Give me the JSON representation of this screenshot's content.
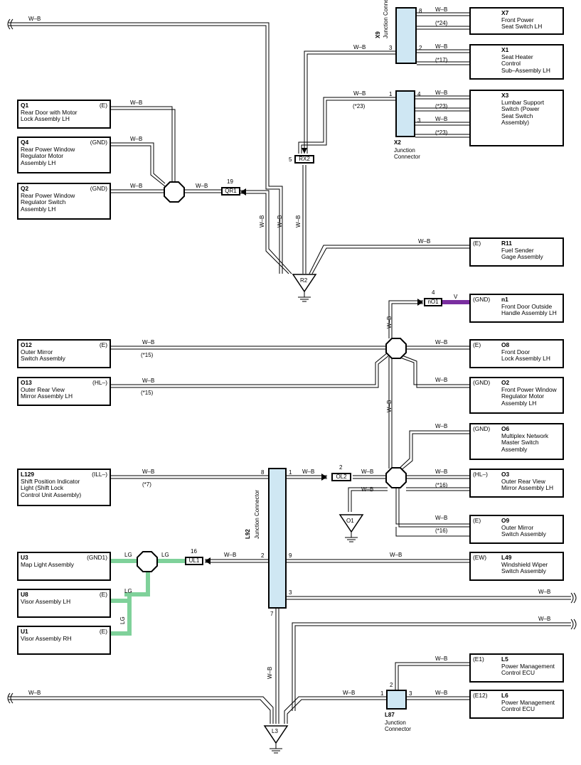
{
  "colors": {
    "wire": "#000000",
    "junction_fill": "#cfe7f3",
    "lg_wire": "#7fd19a",
    "v_wire": "#7a2ea0"
  },
  "wire_labels": {
    "wb": "W–B",
    "lg": "LG",
    "v": "V"
  },
  "components": {
    "X7": {
      "code": "X7",
      "lines": [
        "Front Power",
        "Seat Switch LH"
      ]
    },
    "X1": {
      "code": "X1",
      "lines": [
        "Seat Heater",
        "Control",
        "Sub–Assembly LH"
      ]
    },
    "X3": {
      "code": "X3",
      "lines": [
        "Lumbar Support",
        "Switch (Power",
        "Seat Switch",
        "Assembly)"
      ]
    },
    "Q1": {
      "code": "Q1",
      "lines": [
        "Rear Door with Motor",
        "Lock Assembly LH"
      ],
      "pin": "(E)"
    },
    "Q4": {
      "code": "Q4",
      "lines": [
        "Rear Power Window",
        "Regulator Motor",
        "Assembly LH"
      ],
      "pin": "(GND)"
    },
    "Q2": {
      "code": "Q2",
      "lines": [
        "Rear Power Window",
        "Regulator Switch",
        "Assembly LH"
      ],
      "pin": "(GND)"
    },
    "R11": {
      "code": "R11",
      "lines": [
        "Fuel Sender",
        "Gage Assembly"
      ],
      "pin": "(E)"
    },
    "n1": {
      "code": "n1",
      "lines": [
        "Front Door Outside",
        "Handle Assembly LH"
      ],
      "pin": "(GND)"
    },
    "O12": {
      "code": "O12",
      "lines": [
        "Outer Mirror",
        "Switch Assembly"
      ],
      "pin": "(E)"
    },
    "O13": {
      "code": "O13",
      "lines": [
        "Outer Rear View",
        "Mirror Assembly LH"
      ],
      "pin": "(HL–)"
    },
    "O8": {
      "code": "O8",
      "lines": [
        "Front Door",
        "Lock Assembly LH"
      ],
      "pin": "(E)"
    },
    "O2": {
      "code": "O2",
      "lines": [
        "Front Power Window",
        "Regulator Motor",
        "Assembly LH"
      ],
      "pin": "(GND)"
    },
    "O6": {
      "code": "O6",
      "lines": [
        "Multiplex Network",
        "Master Switch",
        "Assembly"
      ],
      "pin": "(GND)"
    },
    "L129": {
      "code": "L129",
      "lines": [
        "Shift Position Indicator",
        "Light (Shift Lock",
        "Control Unit Assembly)"
      ],
      "pin": "(ILL–)"
    },
    "O3": {
      "code": "O3",
      "lines": [
        "Outer Rear View",
        "Mirror Assembly LH"
      ],
      "pin": "(HL–)"
    },
    "O9": {
      "code": "O9",
      "lines": [
        "Outer Mirror",
        "Switch Assembly"
      ],
      "pin": "(E)"
    },
    "U3": {
      "code": "U3",
      "lines": [
        "Map Light Assembly"
      ],
      "pin": "(GND1)"
    },
    "U8": {
      "code": "U8",
      "lines": [
        "Visor Assembly LH"
      ],
      "pin": "(E)"
    },
    "U1": {
      "code": "U1",
      "lines": [
        "Visor Assembly RH"
      ],
      "pin": "(E)"
    },
    "L49": {
      "code": "L49",
      "lines": [
        "Windshield Wiper",
        "Switch Assembly"
      ],
      "pin": "(EW)"
    },
    "L5": {
      "code": "L5",
      "lines": [
        "Power Management",
        "Control ECU"
      ],
      "pin": "(E1)"
    },
    "L6": {
      "code": "L6",
      "lines": [
        "Power Management",
        "Control ECU"
      ],
      "pin": "(E12)"
    }
  },
  "connectors": {
    "RX2": {
      "name": "RX2",
      "pin": "5"
    },
    "QR1": {
      "name": "QR1",
      "pin": "19"
    },
    "nO1": {
      "name": "nO1",
      "pin": "4"
    },
    "OL2": {
      "name": "OL2",
      "pin": "2"
    },
    "UL1": {
      "name": "UL1",
      "pin": "16"
    }
  },
  "junctions": {
    "X9": {
      "code": "X9",
      "desc": "Junction Connector",
      "pins": [
        "8",
        "3",
        "2"
      ]
    },
    "X2": {
      "code": "X2",
      "desc": "Junction Connector",
      "pins": [
        "1",
        "4",
        "3"
      ]
    },
    "L92": {
      "code": "L92",
      "desc": "Junction Connector",
      "pins": [
        "8",
        "1",
        "2",
        "9",
        "3",
        "7"
      ]
    },
    "L87": {
      "code": "L87",
      "desc": "Junction Connector",
      "pins": [
        "1",
        "2",
        "3"
      ]
    }
  },
  "grounds": {
    "R2": "R2",
    "O1": "O1",
    "L3": "L3"
  },
  "notes": {
    "n24": "(*24)",
    "n17": "(*17)",
    "n23": "(*23)",
    "n15": "(*15)",
    "n7": "(*7)",
    "n16": "(*16)"
  }
}
